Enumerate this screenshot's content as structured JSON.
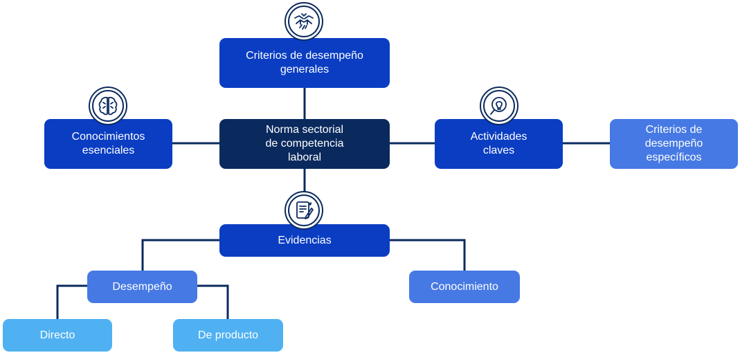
{
  "colors": {
    "line": "#0a2a5e",
    "center_node": "#0a2a5e",
    "primary_node": "#0a3dc2",
    "secondary_node": "#4679e4",
    "tertiary_node": "#4fb1f2"
  },
  "nodes": {
    "center": "Norma sectorial\nde competencia\nlaboral",
    "criterios_generales": "Criterios de desempeño\ngenerales",
    "conocimientos_esenciales": "Conocimientos\nesenciales",
    "actividades_claves": "Actividades\nclaves",
    "criterios_especificos": "Criterios de\ndesempeño\nespecíficos",
    "evidencias": "Evidencias",
    "desempeno": "Desempeño",
    "conocimiento": "Conocimiento",
    "directo": "Directo",
    "de_producto": "De producto"
  },
  "icons": {
    "criterios_generales": "teamwork-hands-icon",
    "conocimientos_esenciales": "brain-icon",
    "actividades_claves": "lightbulb-magnifier-icon",
    "evidencias": "document-pen-icon"
  }
}
